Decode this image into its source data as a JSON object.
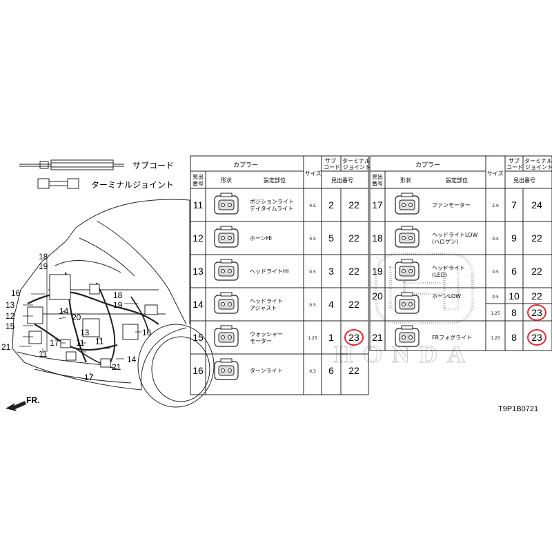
{
  "legend": {
    "subcord_label": "サブコード",
    "terminal_joint_label": "ターミナルジョイント"
  },
  "diagram_labels": {
    "front_arrow": "FR.",
    "callouts": [
      "18",
      "19",
      "16",
      "13",
      "14",
      "20",
      "12",
      "15",
      "21",
      "11",
      "17",
      "11",
      "13",
      "18",
      "19",
      "16",
      "11",
      "14",
      "21",
      "17"
    ]
  },
  "table_headers": {
    "coupler": "カプラー",
    "ref_no": [
      "見出",
      "番号"
    ],
    "shape": "形状",
    "setting_part": "設定部位",
    "size": "サイズ",
    "subcord": [
      "サブ",
      "コード"
    ],
    "terminal_joint": [
      "ターミナル",
      "ジョイント"
    ],
    "ref_page": "見出番号"
  },
  "left_rows": [
    {
      "ref": "11",
      "part": [
        "ポジションライト",
        "デイタイムライト"
      ],
      "size": "0.5",
      "sub": "2",
      "tj": "22",
      "circled": false
    },
    {
      "ref": "12",
      "part": [
        "ホーンHI"
      ],
      "size": "0.5",
      "sub": "5",
      "tj": "22",
      "circled": false
    },
    {
      "ref": "13",
      "part": [
        "ヘッドライトHI"
      ],
      "size": "0.5",
      "sub": "3",
      "tj": "22",
      "circled": false
    },
    {
      "ref": "14",
      "part": [
        "ヘッドライト",
        "アジャスト"
      ],
      "size": "0.5",
      "sub": "4",
      "tj": "22",
      "circled": false
    },
    {
      "ref": "15",
      "part": [
        "ウォッシャー",
        "モーター"
      ],
      "size": "1.25",
      "sub": "1",
      "tj": "23",
      "circled": true
    },
    {
      "ref": "16",
      "part": [
        "ターンライト"
      ],
      "size": "0.3",
      "sub": "6",
      "tj": "22",
      "circled": false
    }
  ],
  "right_rows": [
    {
      "ref": "17",
      "part": [
        "ファンモーター"
      ],
      "size": "2.0",
      "sub": "7",
      "tj": "24",
      "circled": false
    },
    {
      "ref": "18",
      "part": [
        "ヘッドライトLOW",
        "(ハロゲン)"
      ],
      "size": "0.5",
      "sub": "9",
      "tj": "22",
      "circled": false
    },
    {
      "ref": "19",
      "part": [
        "ヘッドライト",
        "(LED)"
      ],
      "size": "0.5",
      "sub": "6",
      "tj": "22",
      "circled": false
    },
    {
      "ref": "20",
      "part": [
        "ホーンLOW"
      ],
      "size": "0.5",
      "sub": "10",
      "tj": "22",
      "circled": false,
      "extra": {
        "size": "1.25",
        "sub": "8",
        "tj": "23",
        "circled": true
      }
    },
    {
      "ref": "21",
      "part": [
        "FRフォグライト"
      ],
      "size": "1.25",
      "sub": "8",
      "tj": "23",
      "circled": true
    }
  ],
  "watermark": "HONDA",
  "part_code": "T9P1B0721",
  "colors": {
    "circle": "#e0262b",
    "line": "#222",
    "watermark": "#bdbdbd"
  }
}
